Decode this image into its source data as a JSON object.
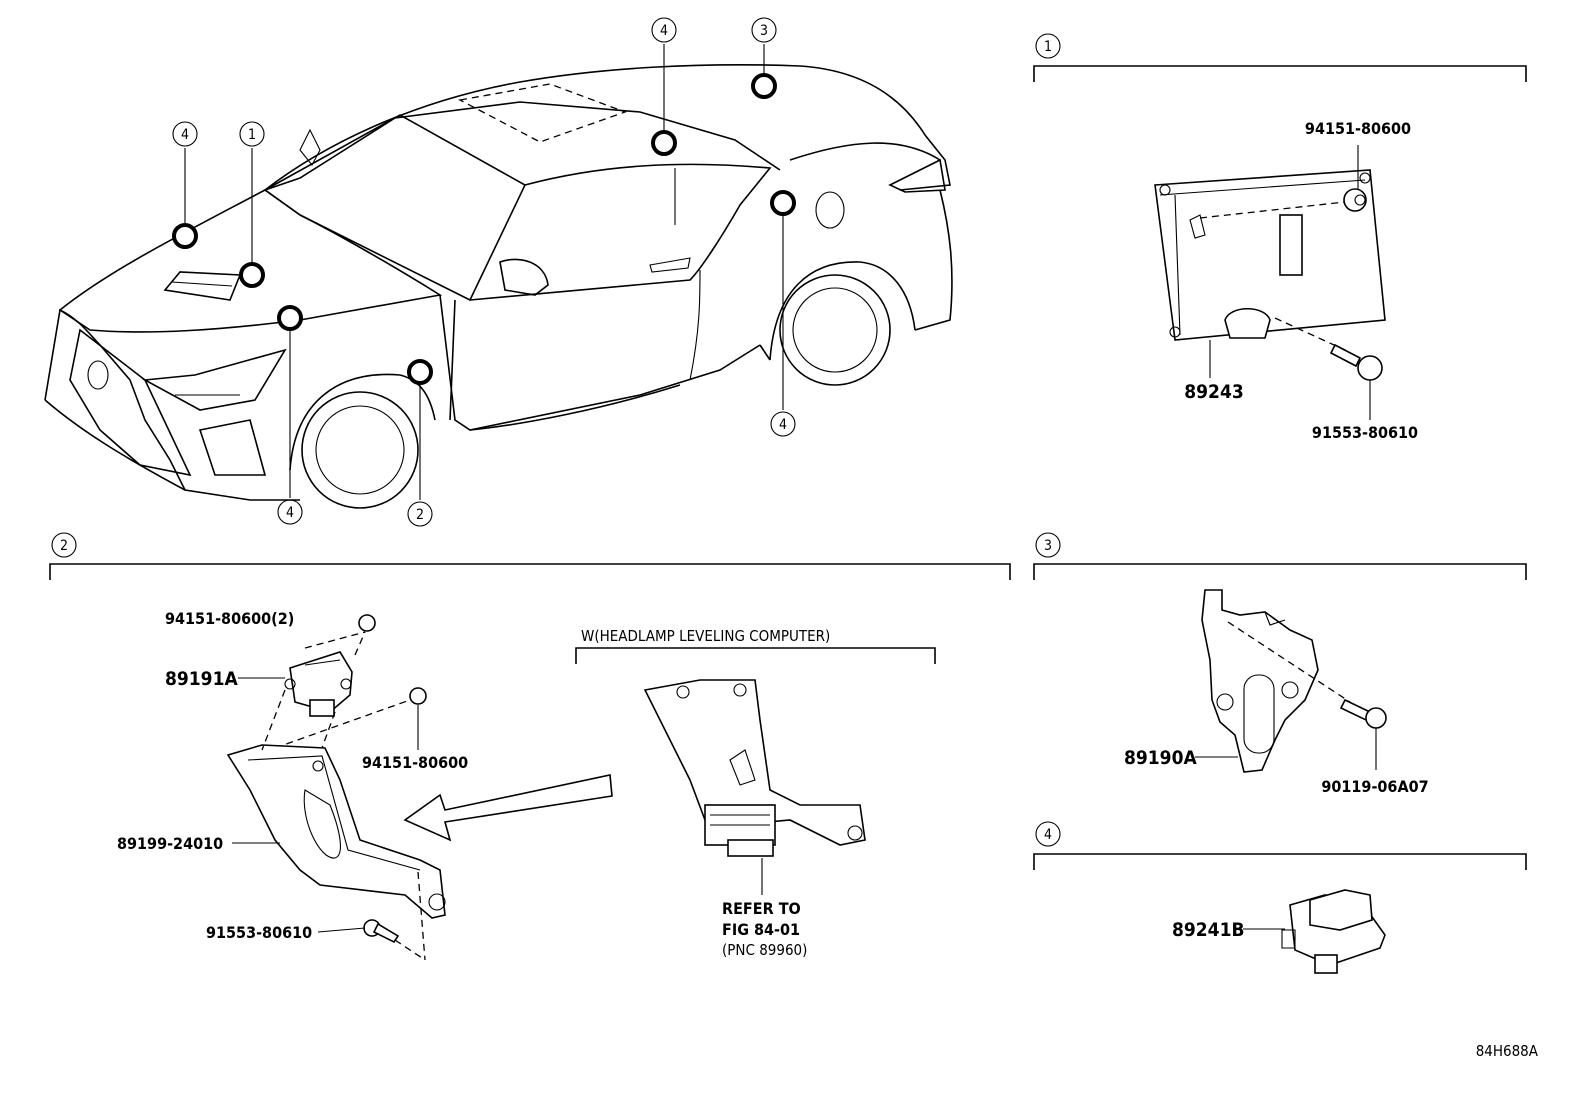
{
  "diagram": {
    "car_callouts": [
      "1",
      "2",
      "3",
      "4"
    ],
    "sections": {
      "s1": {
        "number": "1",
        "parts": {
          "ecu": "89243",
          "nut": "94151-80600",
          "bolt": "91553-80610"
        }
      },
      "s2": {
        "number": "2",
        "parts": {
          "nut_top": "94151-80600(2)",
          "sensor": "89191A",
          "nut_mid": "94151-80600",
          "bracket": "89199-24010",
          "bolt": "91553-80610"
        },
        "inset": {
          "title": "W(HEADLAMP LEVELING COMPUTER)",
          "ref_line1": "REFER TO",
          "ref_line2": "FIG 84-01",
          "ref_line3": "(PNC 89960)"
        }
      },
      "s3": {
        "number": "3",
        "parts": {
          "bracket": "89190A",
          "bolt": "90119-06A07"
        }
      },
      "s4": {
        "number": "4",
        "parts": {
          "sensor": "89241B"
        }
      }
    },
    "figure_code": "84H688A"
  }
}
